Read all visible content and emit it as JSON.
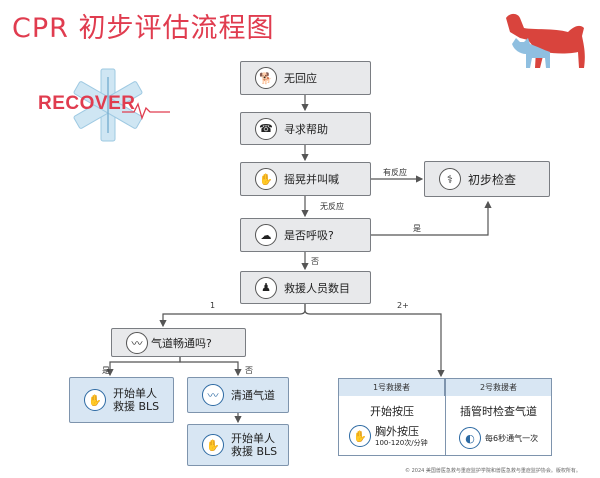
{
  "title": "CPR 初步评估流程图",
  "logo_text": "RECOVER",
  "colors": {
    "accent": "#e03c4f",
    "box_gray": "#e8e9eb",
    "box_blue": "#d8e6f3",
    "icon_blue": "#2d6aa3"
  },
  "nodes": {
    "no_response": "无回应",
    "call_help": "寻求帮助",
    "shake_shout": "摇晃并叫喊",
    "initial_check": "初步检查",
    "breathing": "是否呼吸?",
    "rescuer_count": "救援人员数目",
    "airway": "气道畅通吗?",
    "bls_single_1_l1": "开始单人",
    "bls_single_1_l2": "救援 BLS",
    "clear_airway": "清通气道",
    "bls_single_2_l1": "开始单人",
    "bls_single_2_l2": "救援 BLS"
  },
  "edge_labels": {
    "responds": "有反应",
    "no_response": "无反应",
    "yes_breathing": "是",
    "no_breathing": "否",
    "one": "1",
    "two_plus": "2+",
    "airway_yes": "是",
    "airway_no": "否"
  },
  "panel": {
    "rescuer1_header": "1号救援者",
    "rescuer2_header": "2号救援者",
    "start_compressions": "开始按压",
    "chest_compressions": "胸外按压",
    "compression_rate": "100-120次/分钟",
    "intubate": "插管时检查气道",
    "ventilation": "每6秒通气一次"
  },
  "icons": [
    "dog-icon",
    "phone-icon",
    "hand-icon",
    "stethoscope-icon",
    "breath-icon",
    "person-icon",
    "airway-icon",
    "hands-icon",
    "bag-icon"
  ],
  "copyright": "© 2024 美国兽医急救与重症监护学院和兽医急救与重症监护协会。版权所有。"
}
